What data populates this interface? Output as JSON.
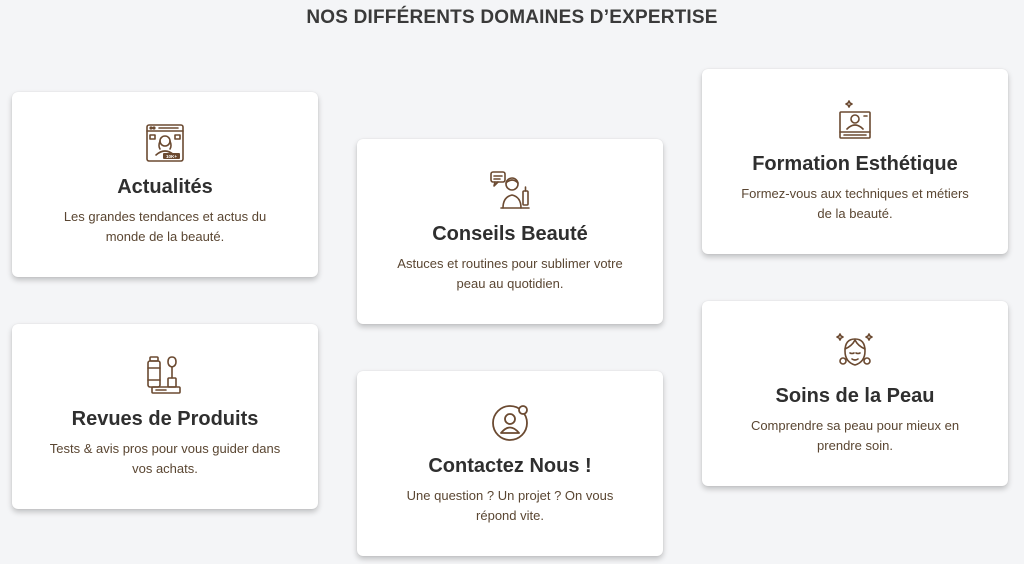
{
  "header": {
    "title": "NOS DIFFÉRENTS DOMAINES D’EXPERTISE"
  },
  "accent_color": "#6b4a31",
  "cards": [
    {
      "title": "Actualités",
      "description": "Les grandes tendances et actus du monde de la beauté.",
      "icon": "news-influencer-icon",
      "badge": "10K+"
    },
    {
      "title": "Conseils Beauté",
      "description": "Astuces et routines pour sublimer votre peau au quotidien.",
      "icon": "beauty-advice-icon"
    },
    {
      "title": "Formation Esthétique",
      "description": "Formez-vous aux techniques et métiers de la beauté.",
      "icon": "esthetics-training-icon"
    },
    {
      "title": "Revues de Produits",
      "description": "Tests & avis pros pour vous guider dans vos achats.",
      "icon": "product-review-icon"
    },
    {
      "title": "Contactez Nous !",
      "description": "Une question ? Un projet ? On vous répond vite.",
      "icon": "contact-user-icon"
    },
    {
      "title": "Soins de la Peau",
      "description": "Comprendre sa peau pour mieux en prendre soin.",
      "icon": "skincare-face-icon"
    }
  ]
}
